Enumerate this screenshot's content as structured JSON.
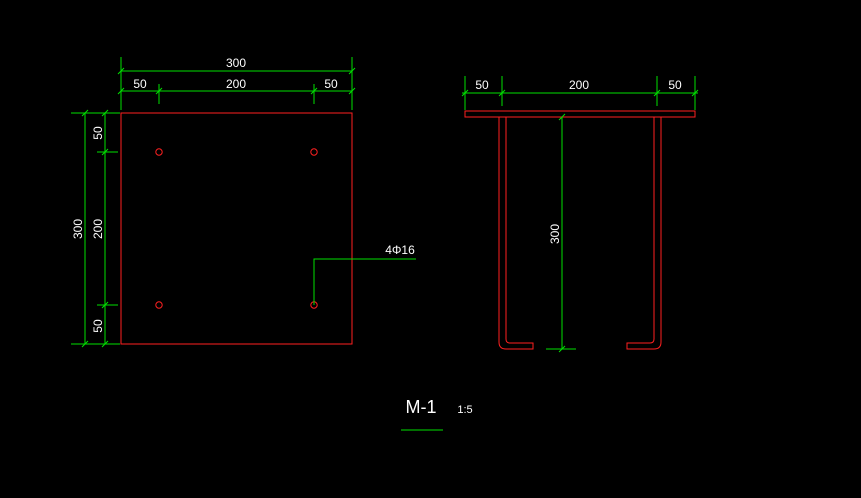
{
  "colors": {
    "background": "#000000",
    "outline": "#ff2020",
    "dimension": "#00e000",
    "text": "#ffffff"
  },
  "plan_view": {
    "dim_overall_width": "300",
    "dim_left_edge": "50",
    "dim_middle": "200",
    "dim_right_edge": "50",
    "dim_overall_height": "300",
    "dim_top_edge": "50",
    "dim_vertical_middle": "200",
    "dim_bottom_edge": "50",
    "rebar_callout": "4Φ16"
  },
  "section_view": {
    "dim_left_edge": "50",
    "dim_middle": "200",
    "dim_right_edge": "50",
    "dim_height": "300"
  },
  "title_block": {
    "title": "M-1",
    "scale": "1:5"
  }
}
